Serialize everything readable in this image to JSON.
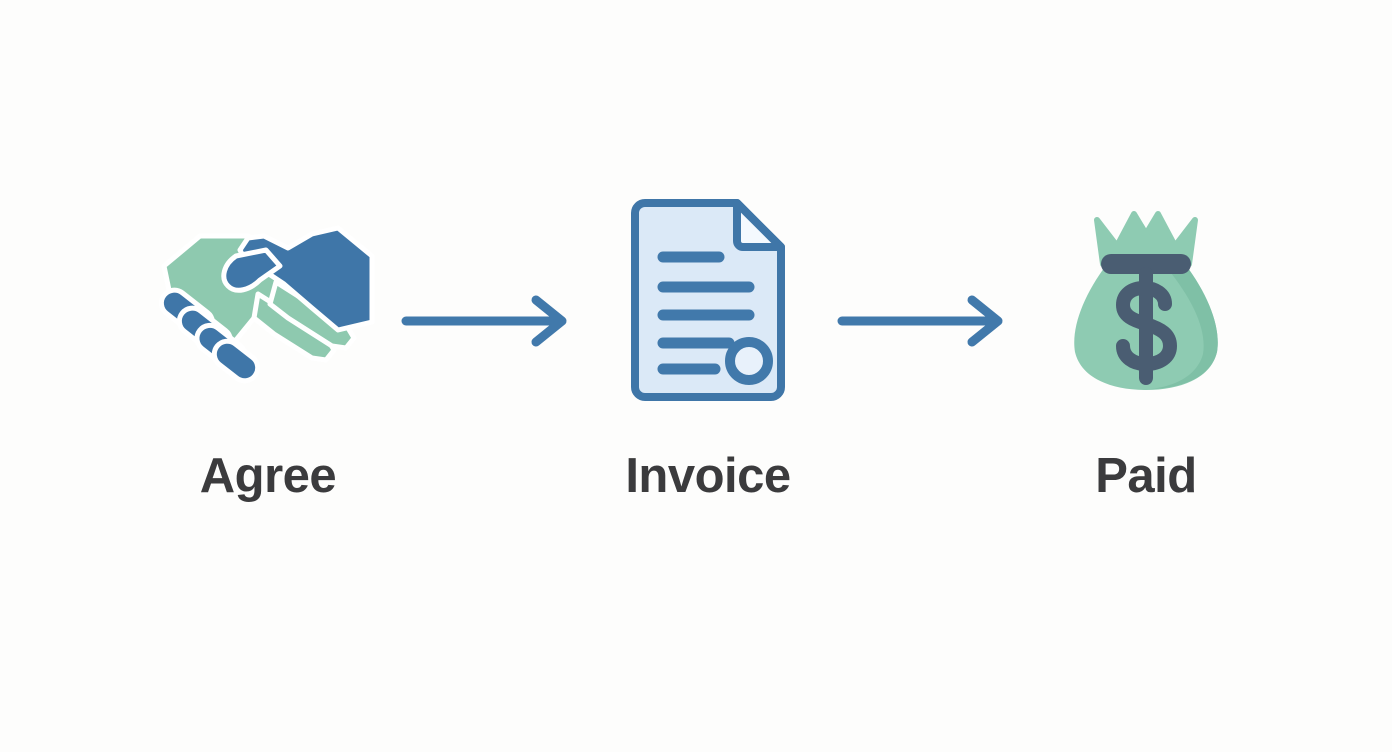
{
  "diagram": {
    "title": "Agree to Invoice to Paid process flow",
    "background_color": "#fdfdfc",
    "orientation": "horizontal",
    "label_color": "#3b3b3d",
    "steps": [
      {
        "id": "agree",
        "label": "Agree",
        "icon": "handshake-icon",
        "colors": {
          "hand_left": "#8ec9af",
          "hand_right": "#3f76a8",
          "fingers": "#3f76a8",
          "outline": "#ffffff"
        }
      },
      {
        "id": "invoice",
        "label": "Invoice",
        "icon": "document-invoice-icon",
        "colors": {
          "page_fill": "#dbe9f7",
          "stroke": "#3f76a8",
          "line": "#4179ab",
          "seal_fill": "#e8f1fb"
        },
        "text_lines": 5,
        "has_seal": true,
        "has_folded_corner": true
      },
      {
        "id": "paid",
        "label": "Paid",
        "icon": "money-bag-icon",
        "colors": {
          "bag_fill": "#8ecbb2",
          "bag_shade": "#7fc0a6",
          "tie": "#4a5d72",
          "symbol": "#4a5d72"
        },
        "symbol": "$"
      }
    ],
    "connectors": [
      {
        "id": "connector-1",
        "from": "agree",
        "to": "invoice",
        "icon": "arrow-right-icon",
        "color": "#4179ab"
      },
      {
        "id": "connector-2",
        "from": "invoice",
        "to": "paid",
        "icon": "arrow-right-icon",
        "color": "#4179ab"
      }
    ]
  }
}
